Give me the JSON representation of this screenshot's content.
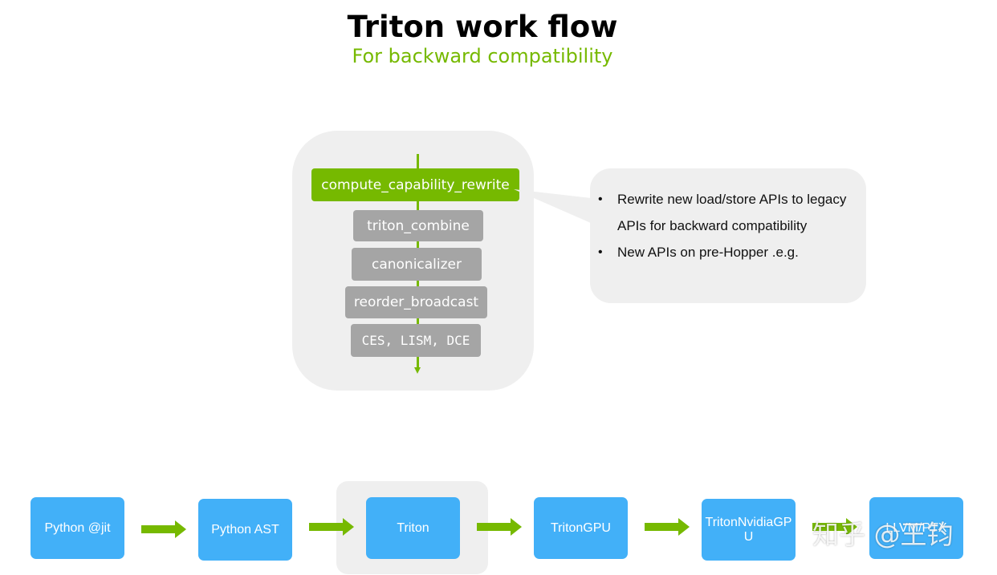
{
  "header": {
    "title": "Triton work flow",
    "subtitle": "For backward compatibility"
  },
  "passes": [
    {
      "label": "compute_capability_rewrite",
      "highlighted": true
    },
    {
      "label": "triton_combine",
      "highlighted": false
    },
    {
      "label": "canonicalizer",
      "highlighted": false
    },
    {
      "label": "reorder_broadcast",
      "highlighted": false
    },
    {
      "label": "CES, LISM, DCE",
      "highlighted": false
    }
  ],
  "callout": {
    "bullets": [
      "Rewrite new load/store APIs to legacy APIs for backward compatibility",
      "New APIs on pre-Hopper .e.g."
    ]
  },
  "pipeline": {
    "stages": [
      "Python @jit",
      "Python AST",
      "Triton",
      "TritonGPU",
      "TritonNvidiaGPU",
      "LLVM/PTX"
    ],
    "highlighted_stage": "Triton"
  },
  "watermark": "知乎 @王钧",
  "colors": {
    "accent_green": "#76b900",
    "stage_blue": "#42b0f8",
    "pass_gray": "#a5a5a5",
    "panel_gray": "#efefef"
  }
}
